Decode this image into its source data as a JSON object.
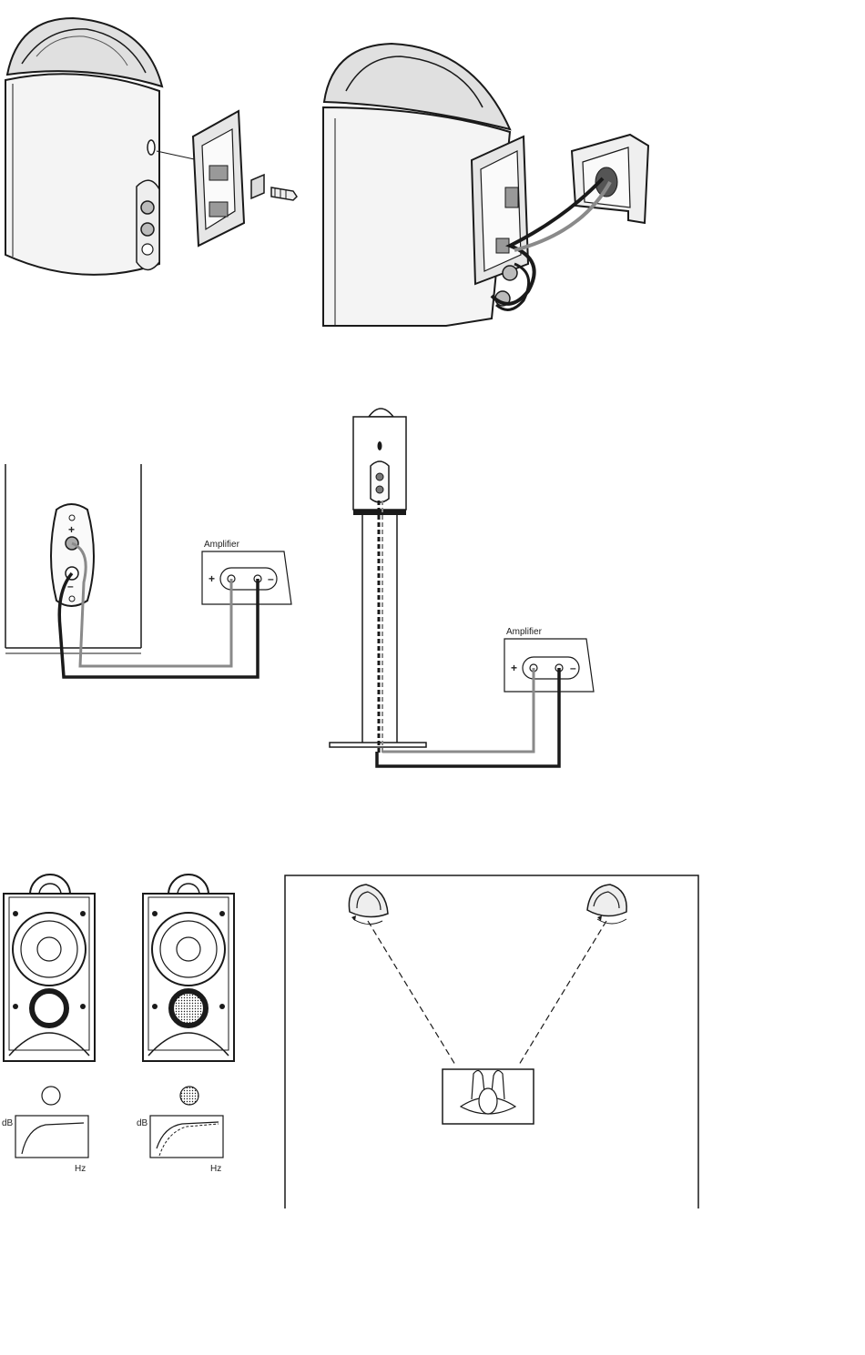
{
  "wiring_left": {
    "amp_label": "Amplifier",
    "plus": "+",
    "minus": "–",
    "speaker_plus": "+",
    "speaker_minus": "–"
  },
  "wiring_right": {
    "amp_label": "Amplifier",
    "plus": "+",
    "minus": "–"
  },
  "bass_port": {
    "open": {
      "y_label": "dB",
      "x_label": "Hz"
    },
    "foam": {
      "y_label": "dB",
      "x_label": "Hz"
    }
  },
  "colors": {
    "ink": "#1a1a1a",
    "grey_wire": "#8a8a8a",
    "cabinet_fill": "#f2f2f2"
  }
}
